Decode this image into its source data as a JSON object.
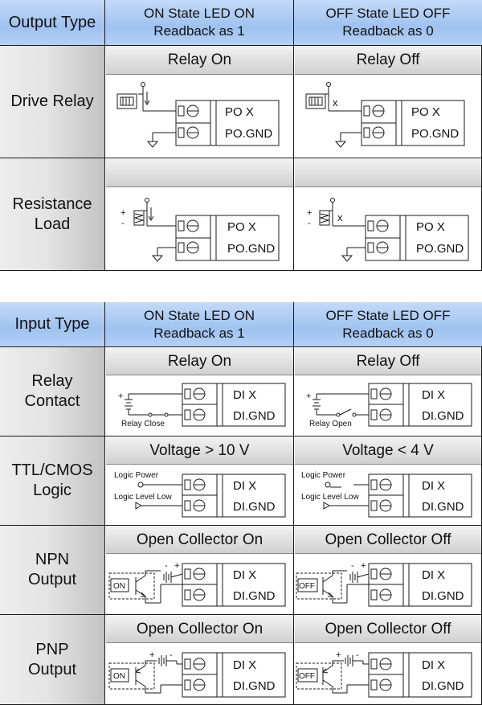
{
  "output_table": {
    "type_header": "Output Type",
    "on_header_line1": "ON State LED ON",
    "on_header_line2": "Readback as 1",
    "off_header_line1": "OFF State LED OFF",
    "off_header_line2": "Readback as 0",
    "rows": [
      {
        "label_line1": "Drive Relay",
        "label_line2": "",
        "on_bar": "Relay On",
        "off_bar": "Relay Off",
        "on_terms": [
          "PO X",
          "PO.GND"
        ],
        "off_terms": [
          "PO X",
          "PO.GND"
        ]
      },
      {
        "label_line1": "Resistance",
        "label_line2": "Load",
        "on_bar": "",
        "off_bar": "",
        "on_terms": [
          "PO X",
          "PO.GND"
        ],
        "off_terms": [
          "PO X",
          "PO.GND"
        ]
      }
    ]
  },
  "input_table": {
    "type_header": "Input Type",
    "on_header_line1": "ON State LED ON",
    "on_header_line2": "Readback as 1",
    "off_header_line1": "OFF State LED OFF",
    "off_header_line2": "Readback as 0",
    "rows": [
      {
        "label_line1": "Relay",
        "label_line2": "Contact",
        "on_bar": "Relay On",
        "off_bar": "Relay Off",
        "on_terms": [
          "DI X",
          "DI.GND"
        ],
        "off_terms": [
          "DI X",
          "DI.GND"
        ],
        "on_note": "Relay Close",
        "off_note": "Relay Open"
      },
      {
        "label_line1": "TTL/CMOS",
        "label_line2": "Logic",
        "on_bar": "Voltage > 10 V",
        "off_bar": "Voltage < 4 V",
        "on_terms": [
          "DI X",
          "DI.GND"
        ],
        "off_terms": [
          "DI X",
          "DI.GND"
        ],
        "logic_power": "Logic Power",
        "logic_low": "Logic Level Low"
      },
      {
        "label_line1": "NPN",
        "label_line2": "Output",
        "on_bar": "Open Collector On",
        "off_bar": "Open Collector Off",
        "on_terms": [
          "DI X",
          "DI.GND"
        ],
        "off_terms": [
          "DI X",
          "DI.GND"
        ],
        "on_box": "ON",
        "off_box": "OFF"
      },
      {
        "label_line1": "PNP",
        "label_line2": "Output",
        "on_bar": "Open Collector On",
        "off_bar": "Open Collector Off",
        "on_terms": [
          "DI X",
          "DI.GND"
        ],
        "off_terms": [
          "DI X",
          "DI.GND"
        ],
        "on_box": "ON",
        "off_box": "OFF"
      }
    ]
  },
  "symbols": {
    "plus": "+",
    "minus": "-",
    "open_mark": "x"
  },
  "colors": {
    "header_blue": "#a9c8f2",
    "label_grey": "#d6d6d6",
    "bar_grey": "#dddddd",
    "border": "#1a1a1a"
  }
}
